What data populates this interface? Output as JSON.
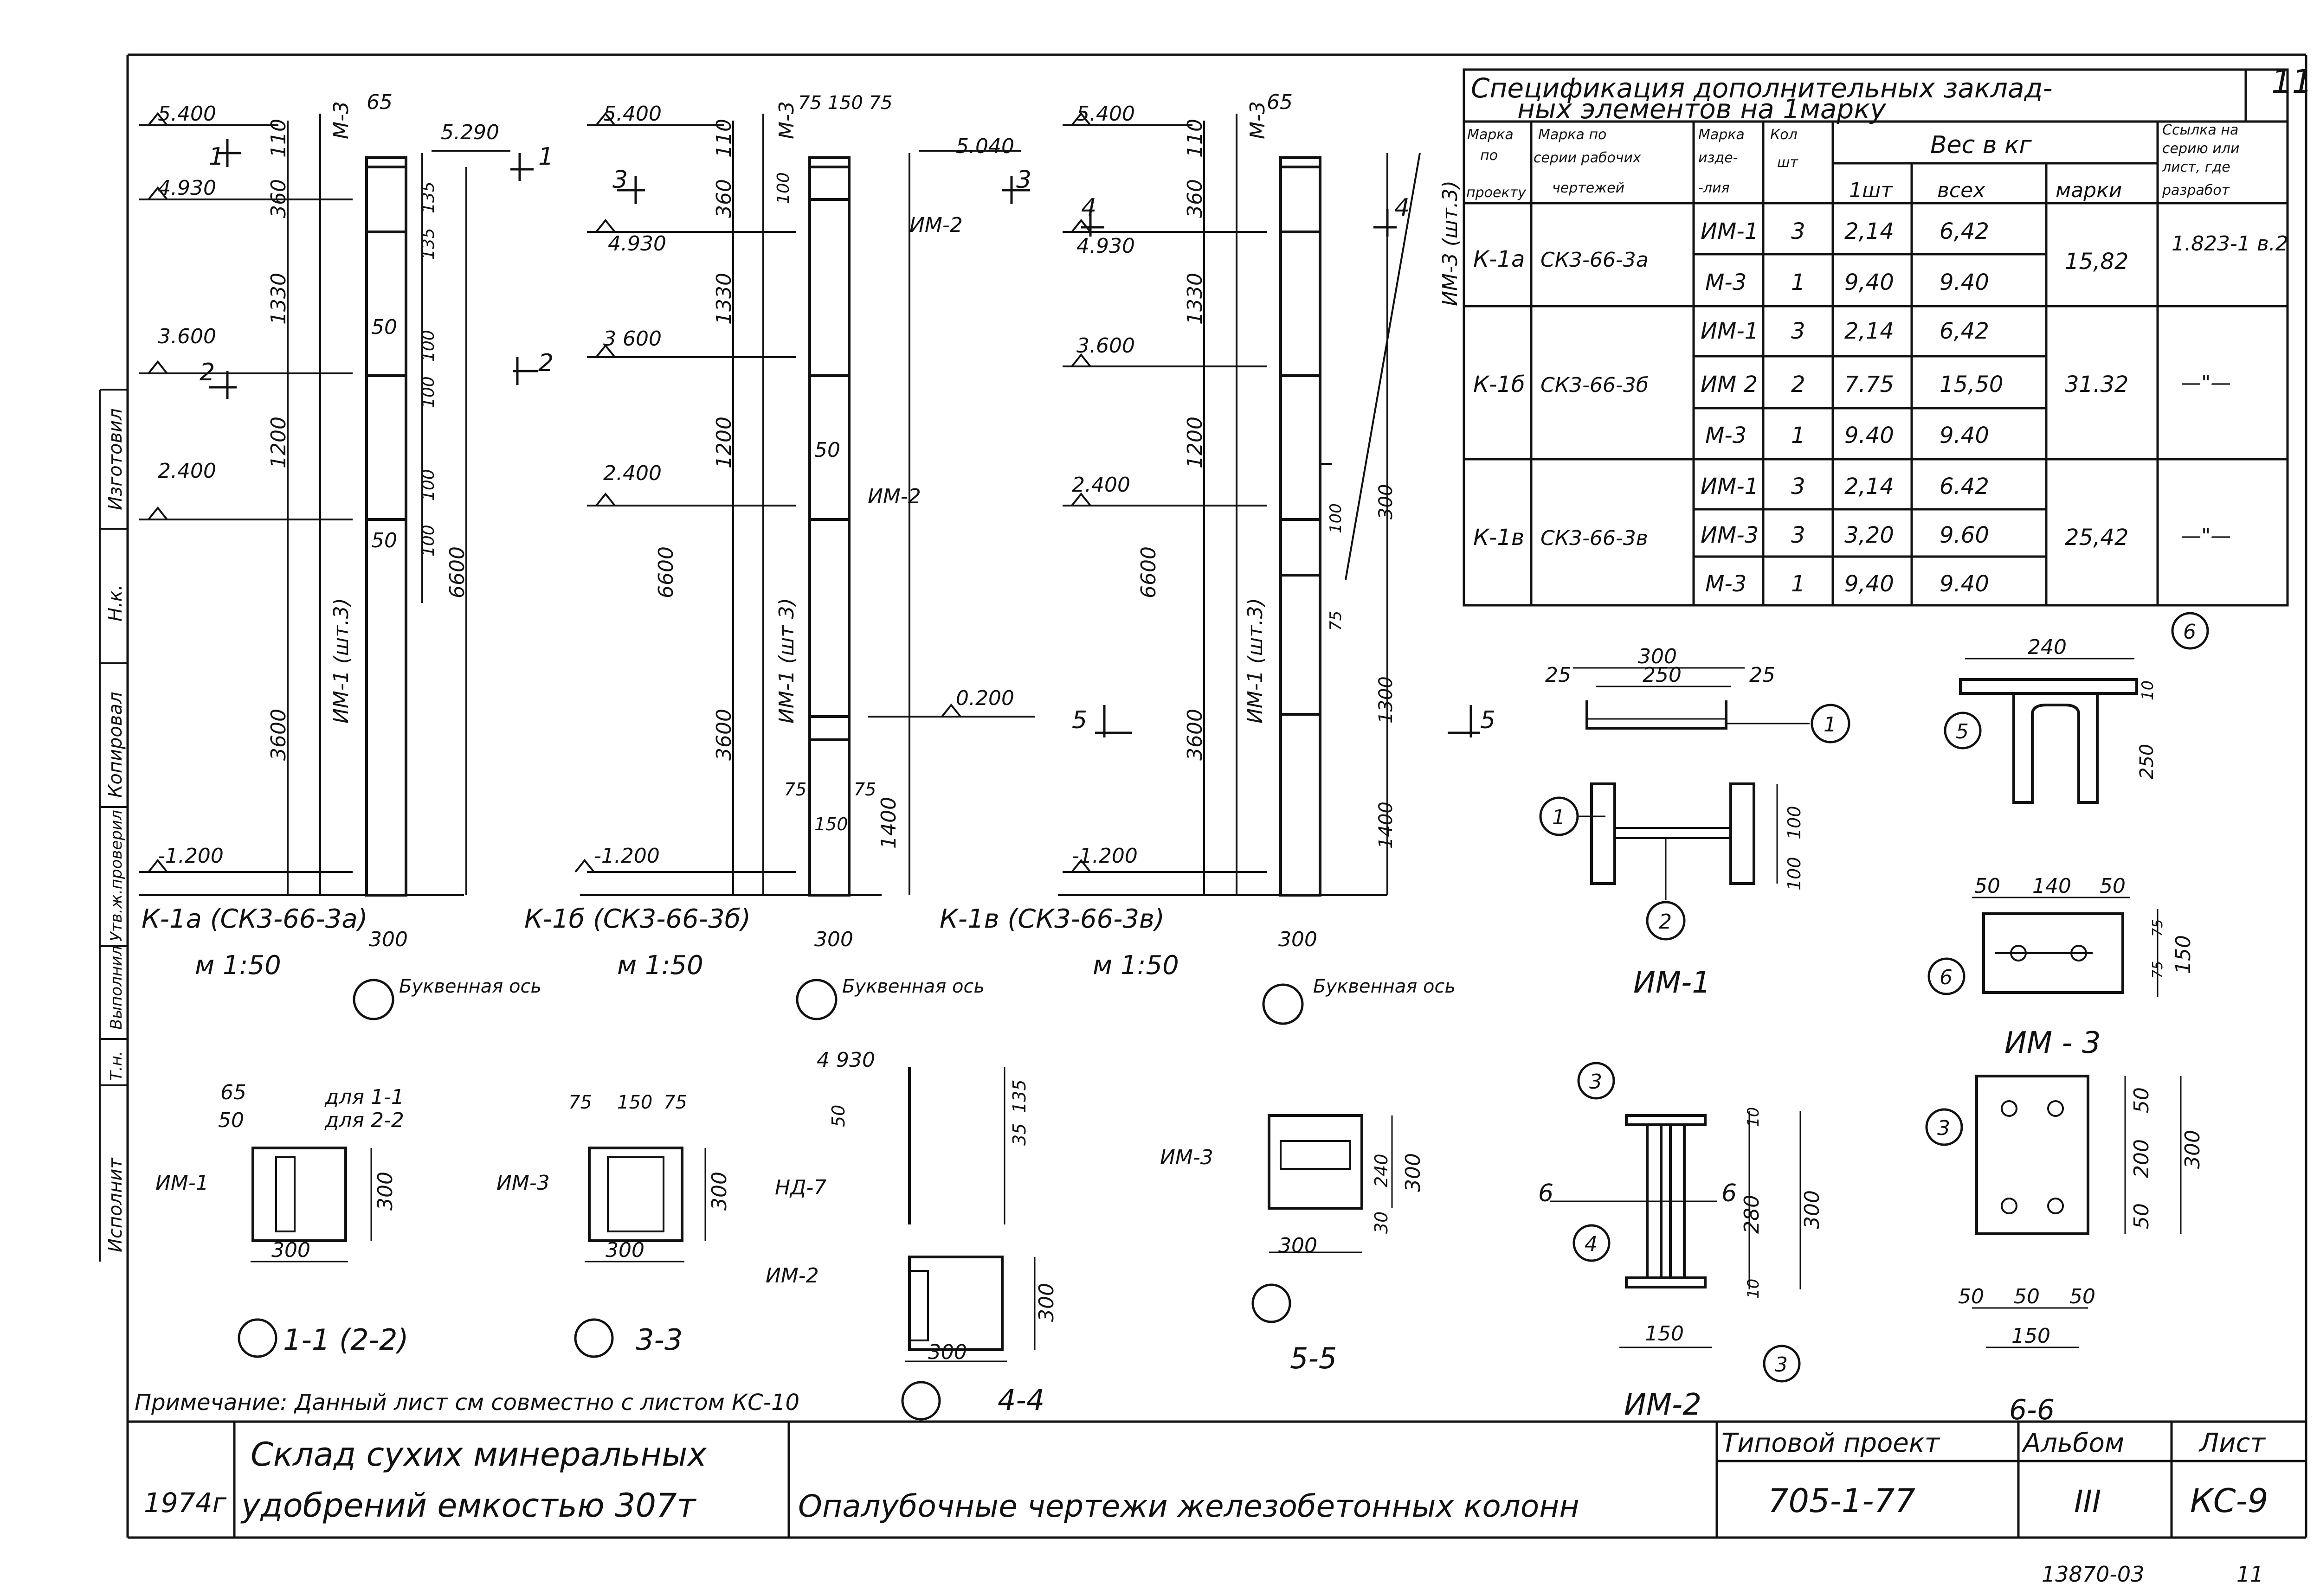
{
  "sheet": {
    "number": "11",
    "bottom_code": "13870-03",
    "bottom_page": "11"
  },
  "spec": {
    "title_line1": "Спецификация дополнительных заклад-",
    "title_line2": "ных элементов на 1марку",
    "headers": {
      "mark_project": [
        "Марка",
        "по",
        "проекту"
      ],
      "mark_series": [
        "Марка по",
        "серии рабочих",
        "чертежей"
      ],
      "mark_item": [
        "Марка",
        "изде-",
        "-лия"
      ],
      "qty": [
        "Кол",
        "шт"
      ],
      "weight": "Вес в кг",
      "w_each": "1шт",
      "w_all": "всех",
      "w_mark": "марки",
      "ref": [
        "Ссылка на",
        "серию или",
        "лист, где",
        "разработ"
      ]
    },
    "groups": [
      {
        "mark": "К-1а",
        "series": "СК3-66-3а",
        "mark_total": "15,82",
        "ref": "1.823-1 в.2",
        "rows": [
          {
            "item": "ИМ-1",
            "qty": "3",
            "each": "2,14",
            "all": "6,42"
          },
          {
            "item": "М-3",
            "qty": "1",
            "each": "9,40",
            "all": "9.40"
          }
        ]
      },
      {
        "mark": "К-1б",
        "series": "СК3-66-3б",
        "mark_total": "31.32",
        "ref": "—\"—",
        "rows": [
          {
            "item": "ИМ-1",
            "qty": "3",
            "each": "2,14",
            "all": "6,42"
          },
          {
            "item": "ИМ 2",
            "qty": "2",
            "each": "7.75",
            "all": "15,50"
          },
          {
            "item": "М-3",
            "qty": "1",
            "each": "9.40",
            "all": "9.40"
          }
        ]
      },
      {
        "mark": "К-1в",
        "series": "СК3-66-3в",
        "mark_total": "25,42",
        "ref": "—\"—",
        "rows": [
          {
            "item": "ИМ-1",
            "qty": "3",
            "each": "2,14",
            "all": "6.42"
          },
          {
            "item": "ИМ-3",
            "qty": "3",
            "each": "3,20",
            "all": "9.60"
          },
          {
            "item": "М-3",
            "qty": "1",
            "each": "9,40",
            "all": "9.40"
          }
        ]
      }
    ]
  },
  "columns": [
    {
      "caption": "К-1а (СК3-66-3а)",
      "scale": "м 1:50",
      "levels": [
        "5.400",
        "4.930",
        "3.600",
        "2.400",
        "-1.200"
      ],
      "right_level": "5.290",
      "dims_left": [
        "110",
        "360",
        "1330",
        "1200",
        "3600"
      ],
      "dims_right": [
        "135",
        "135",
        "100",
        "100",
        "100",
        "100"
      ],
      "total": "6600",
      "width": "300",
      "top_dim": "65",
      "labels": [
        "М-3",
        "ИМ-1 (шт.3)",
        "50",
        "50"
      ],
      "sections": [
        "1",
        "1",
        "2",
        "2"
      ]
    },
    {
      "caption": "К-1б (СК3-66-3б)",
      "scale": "м 1:50",
      "levels": [
        "5.400",
        "4.930",
        "3 600",
        "2.400",
        "-1.200"
      ],
      "right_level": "5.040",
      "mid_level": "0.200",
      "dims_left": [
        "110",
        "360",
        "1330",
        "1200",
        "3600"
      ],
      "total": "6600",
      "width": "300",
      "top_dim": "75 150 75",
      "labels": [
        "М-3",
        "ИМ-2",
        "ИМ-1 (шт 3)",
        "ИМ-2",
        "50",
        "100",
        "1400",
        "75",
        "75",
        "150"
      ],
      "sections": [
        "3",
        "3"
      ]
    },
    {
      "caption": "К-1в (СК3-66-3в)",
      "scale": "м 1:50",
      "levels": [
        "5.400",
        "4.930",
        "3.600",
        "2.400",
        "-1.200"
      ],
      "dims_left": [
        "110",
        "360",
        "1330",
        "1200",
        "3600"
      ],
      "total": "6600",
      "width": "300",
      "top_dim": "65",
      "labels": [
        "М-3",
        "ИМ-3 (шт.3)",
        "ИМ-1 (шт.3)",
        "300",
        "1300",
        "1400",
        "75",
        "100"
      ],
      "sections": [
        "4",
        "4",
        "5",
        "5"
      ]
    }
  ],
  "axis_label": "Буквенная ось",
  "parts": {
    "im1": {
      "title": "ИМ-1",
      "dims": [
        "300",
        "250",
        "25",
        "25",
        "100",
        "100"
      ],
      "callouts": [
        "1",
        "1",
        "2"
      ]
    },
    "im3": {
      "title": "ИМ - 3",
      "dims": [
        "240",
        "10",
        "250",
        "50",
        "140",
        "50",
        "150",
        "75",
        "75"
      ],
      "callouts": [
        "6",
        "5",
        "6"
      ]
    },
    "im2": {
      "title": "ИМ-2",
      "dims": [
        "10",
        "280",
        "10",
        "300",
        "150"
      ],
      "callouts": [
        "3",
        "4",
        "3"
      ],
      "section": "6"
    },
    "s66": {
      "title": "6-6",
      "dims": [
        "50",
        "200",
        "50",
        "300",
        "50",
        "50",
        "50",
        "150"
      ],
      "callouts": [
        "3"
      ]
    }
  },
  "sections": [
    {
      "title": "1-1 (2-2)",
      "labels": [
        "для 1-1",
        "для 2-2",
        "ИМ-1",
        "65",
        "50",
        "300",
        "300"
      ]
    },
    {
      "title": "3-3",
      "labels": [
        "ИМ-3",
        "75",
        "150",
        "75",
        "300",
        "300"
      ]
    },
    {
      "title": "4-4",
      "labels": [
        "4 930",
        "НД-7",
        "ИМ-2",
        "50",
        "135",
        "35",
        "300",
        "300"
      ]
    },
    {
      "title": "5-5",
      "labels": [
        "ИМ-3",
        "240",
        "30",
        "300",
        "300"
      ]
    }
  ],
  "note": "Примечание: Данный лист см совместно с листом КС-10",
  "stamp": {
    "side_labels": [
      "Изготовил",
      "Н.к.",
      "Копировал",
      "Утв.ж.проверил",
      "Выполнил",
      "Т.н.",
      "Исполнит"
    ],
    "year": "1974г",
    "object_line1": "Склад сухих минеральных",
    "object_line2": "удобрений емкостью 307т",
    "sheet_title": "Опалубочные чертежи железобетонных колонн",
    "project_label": "Типовой проект",
    "project_no": "705-1-77",
    "album_label": "Альбом",
    "album_no": "III",
    "sheet_label": "Лист",
    "sheet_no": "КС-9"
  }
}
